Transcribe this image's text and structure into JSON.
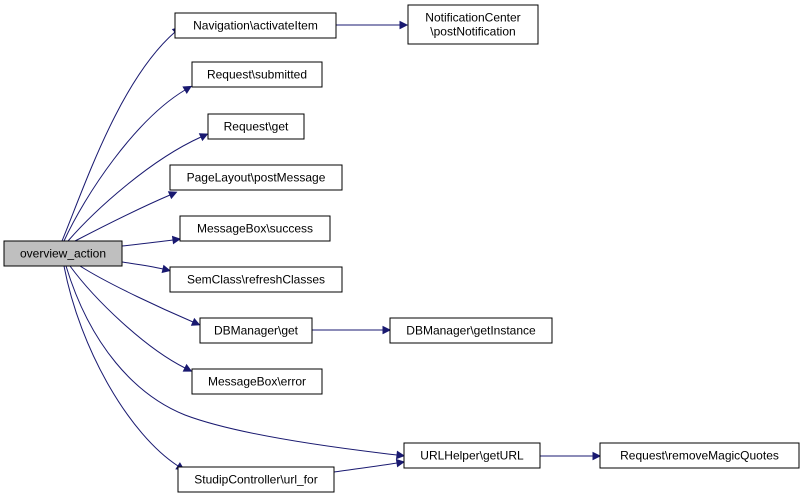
{
  "graph": {
    "edge_color": "#191970",
    "root_fill": "#bfbfbf",
    "nodes": [
      {
        "id": "overview_action",
        "lines": [
          "overview_action"
        ],
        "root": true
      },
      {
        "id": "nav_activate",
        "lines": [
          "Navigation\\activateItem"
        ]
      },
      {
        "id": "notif_post",
        "lines": [
          "NotificationCenter",
          "\\postNotification"
        ]
      },
      {
        "id": "req_submitted",
        "lines": [
          "Request\\submitted"
        ]
      },
      {
        "id": "req_get",
        "lines": [
          "Request\\get"
        ]
      },
      {
        "id": "pagelayout_post",
        "lines": [
          "PageLayout\\postMessage"
        ]
      },
      {
        "id": "msgbox_success",
        "lines": [
          "MessageBox\\success"
        ]
      },
      {
        "id": "semclass_refresh",
        "lines": [
          "SemClass\\refreshClasses"
        ]
      },
      {
        "id": "dbmanager_get",
        "lines": [
          "DBManager\\get"
        ]
      },
      {
        "id": "dbmanager_getinstance",
        "lines": [
          "DBManager\\getInstance"
        ]
      },
      {
        "id": "msgbox_error",
        "lines": [
          "MessageBox\\error"
        ]
      },
      {
        "id": "urlhelper_geturl",
        "lines": [
          "URLHelper\\getURL"
        ]
      },
      {
        "id": "request_removemagic",
        "lines": [
          "Request\\removeMagicQuotes"
        ]
      },
      {
        "id": "studip_urlfor",
        "lines": [
          "StudipController\\url_for"
        ]
      }
    ],
    "edges": [
      {
        "from": "overview_action",
        "to": "nav_activate"
      },
      {
        "from": "nav_activate",
        "to": "notif_post"
      },
      {
        "from": "overview_action",
        "to": "req_submitted"
      },
      {
        "from": "overview_action",
        "to": "req_get"
      },
      {
        "from": "overview_action",
        "to": "pagelayout_post"
      },
      {
        "from": "overview_action",
        "to": "msgbox_success"
      },
      {
        "from": "overview_action",
        "to": "semclass_refresh"
      },
      {
        "from": "overview_action",
        "to": "dbmanager_get"
      },
      {
        "from": "dbmanager_get",
        "to": "dbmanager_getinstance"
      },
      {
        "from": "overview_action",
        "to": "msgbox_error"
      },
      {
        "from": "overview_action",
        "to": "urlhelper_geturl"
      },
      {
        "from": "urlhelper_geturl",
        "to": "request_removemagic"
      },
      {
        "from": "overview_action",
        "to": "studip_urlfor"
      },
      {
        "from": "studip_urlfor",
        "to": "urlhelper_geturl"
      }
    ]
  }
}
